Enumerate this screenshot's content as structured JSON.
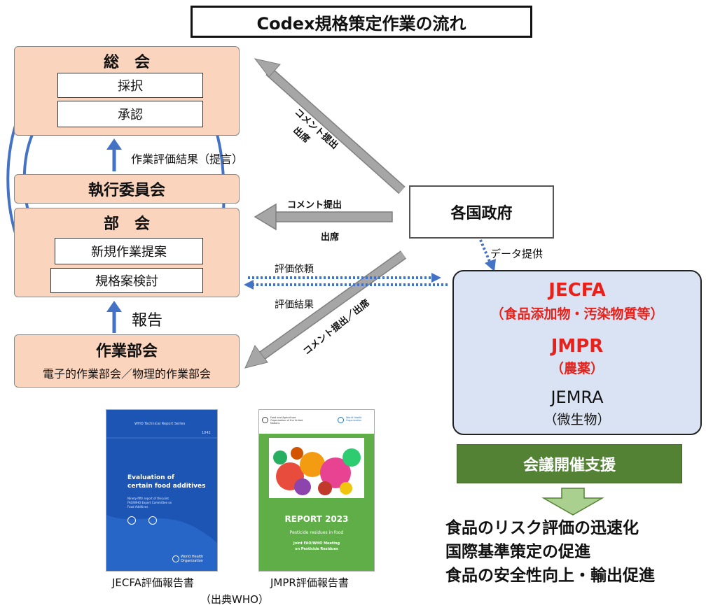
{
  "title": "Codex規格策定作業の流れ",
  "soukai": {
    "title": "総　会",
    "items": [
      "採択",
      "承認"
    ]
  },
  "arrow_up_label": "作業評価結果（提言）",
  "executive": "執行委員会",
  "bukai": {
    "title": "部　会",
    "items": [
      "新規作業提案",
      "規格案検討"
    ]
  },
  "report_label": "報告",
  "sagyo": {
    "title": "作業部会",
    "subtitle": "電子的作業部会／物理的作業部会"
  },
  "government": "各国政府",
  "flows": {
    "to_soukai_comment": "コメント提出",
    "to_soukai_attend": "出席",
    "to_bukai_comment": "コメント提出",
    "to_bukai_attend": "出席",
    "to_sagyo": "コメント提出／出席",
    "data_provide": "データ提供",
    "eval_request": "評価依頼",
    "eval_result": "評価結果"
  },
  "expert": {
    "jecfa": "JECFA",
    "jecfa_sub": "（食品添加物・汚染物質等）",
    "jmpr": "JMPR",
    "jmpr_sub": "（農薬）",
    "jemra": "JEMRA",
    "jemra_sub": "（微生物）"
  },
  "support": "会議開催支援",
  "outcomes": [
    "食品のリスク評価の迅速化",
    "国際基準策定の促進",
    "食品の安全性向上・輸出促進"
  ],
  "reports": {
    "jecfa_cover": {
      "series": "WHO Technical Report Series",
      "number": "1042",
      "title_line1": "Evaluation of",
      "title_line2": "certain food additives",
      "desc_line1": "Ninety-fifth report of the Joint",
      "desc_line2": "FAO/WHO Expert Committee on",
      "desc_line3": "Food Additives",
      "publisher": "World Health Organization"
    },
    "jmpr_cover": {
      "org_left": "Food and Agriculture Organization of the United Nations",
      "org_right": "World Health Organization",
      "report": "REPORT 2023",
      "subtitle": "Pesticide residues in food",
      "meeting_line1": "Joint FAO/WHO Meeting",
      "meeting_line2": "on Pesticide Residues"
    },
    "jecfa_caption": "JECFA評価報告書",
    "jmpr_caption": "JMPR評価報告書",
    "source": "（出典WHO）"
  },
  "colors": {
    "peach": "#fad4bd",
    "blue_loop": "#4472c4",
    "gray_arrow": "#8c8c8c",
    "expert_bg": "#dae3f3",
    "red": "#e8221b",
    "green": "#548235",
    "light_green": "#a9d08e"
  }
}
